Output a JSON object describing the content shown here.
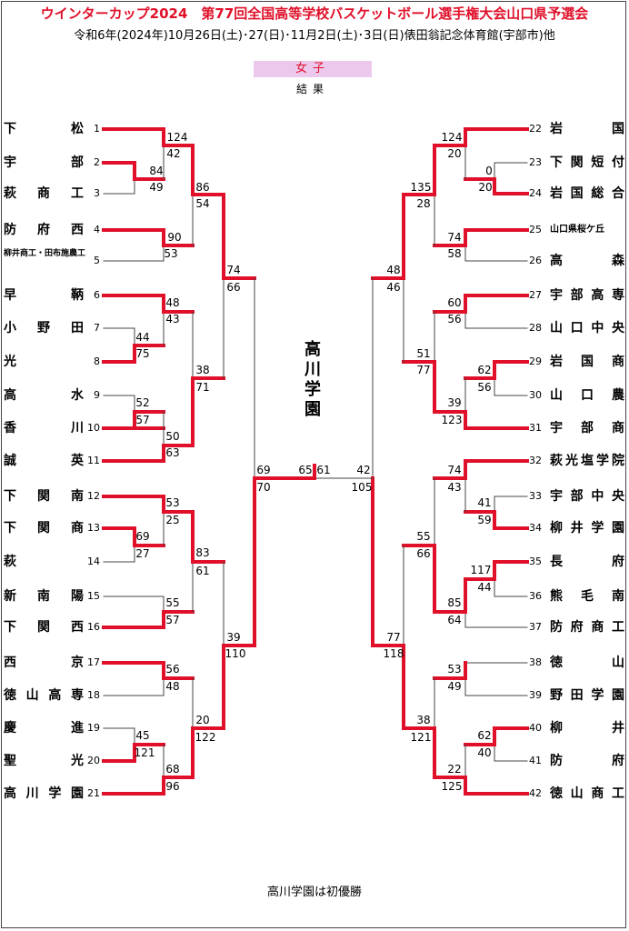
{
  "title": "ウインターカップ2024　第77回全国高等学校バスケットボール選手権大会山口県予選会",
  "subtitle": "令和6年(2024年)10月26日(土)･27(日)･11月2日(土)･3日(日)俵田翁記念体育館(宇部市)他",
  "category": "女子",
  "result_label": "結果",
  "champion": "高川学園",
  "footer": "高川学園は初優勝",
  "accent_color": "#e0102a",
  "left_teams": [
    {
      "no": "1",
      "name": "下松"
    },
    {
      "no": "2",
      "name": "宇部"
    },
    {
      "no": "3",
      "name": "萩商工"
    },
    {
      "no": "4",
      "name": "防府西"
    },
    {
      "no": "5",
      "name": "柳井商工・田布施農工"
    },
    {
      "no": "6",
      "name": "早鞆"
    },
    {
      "no": "7",
      "name": "小野田"
    },
    {
      "no": "8",
      "name": "光"
    },
    {
      "no": "9",
      "name": "高水"
    },
    {
      "no": "10",
      "name": "香川"
    },
    {
      "no": "11",
      "name": "誠英"
    },
    {
      "no": "12",
      "name": "下関南"
    },
    {
      "no": "13",
      "name": "下関商"
    },
    {
      "no": "14",
      "name": "萩"
    },
    {
      "no": "15",
      "name": "新南陽"
    },
    {
      "no": "16",
      "name": "下関西"
    },
    {
      "no": "17",
      "name": "西京"
    },
    {
      "no": "18",
      "name": "徳山高専"
    },
    {
      "no": "19",
      "name": "慶進"
    },
    {
      "no": "20",
      "name": "聖光"
    },
    {
      "no": "21",
      "name": "高川学園"
    }
  ],
  "right_teams": [
    {
      "no": "22",
      "name": "岩国"
    },
    {
      "no": "23",
      "name": "下関短付"
    },
    {
      "no": "24",
      "name": "岩国総合"
    },
    {
      "no": "25",
      "name": "山口県桜ケ丘"
    },
    {
      "no": "26",
      "name": "高森"
    },
    {
      "no": "27",
      "name": "宇部高専"
    },
    {
      "no": "28",
      "name": "山口中央"
    },
    {
      "no": "29",
      "name": "岩国商"
    },
    {
      "no": "30",
      "name": "山口農"
    },
    {
      "no": "31",
      "name": "宇部商"
    },
    {
      "no": "32",
      "name": "萩光塩学院"
    },
    {
      "no": "33",
      "name": "宇部中央"
    },
    {
      "no": "34",
      "name": "柳井学園"
    },
    {
      "no": "35",
      "name": "長府"
    },
    {
      "no": "36",
      "name": "熊毛南"
    },
    {
      "no": "37",
      "name": "防府商工"
    },
    {
      "no": "38",
      "name": "徳山"
    },
    {
      "no": "39",
      "name": "野田学園"
    },
    {
      "no": "40",
      "name": "柳井"
    },
    {
      "no": "41",
      "name": "防府"
    },
    {
      "no": "42",
      "name": "徳山商工"
    }
  ],
  "games": [
    {
      "a": "1",
      "b": "2-3",
      "score_a": "124",
      "score_b": "42"
    },
    {
      "a": "2",
      "b": "3",
      "score_a": "84",
      "score_b": "49"
    },
    {
      "a": "4",
      "b": "5",
      "score_a": "90",
      "score_b": "53"
    },
    {
      "a": "1",
      "b": "4",
      "score_a": "86",
      "score_b": "54"
    },
    {
      "a": "6",
      "b": "7-8",
      "score_a": "48",
      "score_b": "43"
    },
    {
      "a": "7",
      "b": "8",
      "score_a": "44",
      "score_b": "75"
    },
    {
      "a": "9",
      "b": "10",
      "score_a": "52",
      "score_b": "57"
    },
    {
      "a": "10",
      "b": "11",
      "score_a": "50",
      "score_b": "63"
    },
    {
      "a": "6",
      "b": "11",
      "score_a": "38",
      "score_b": "71"
    },
    {
      "a": "1",
      "b": "11",
      "score_a": "74",
      "score_b": "66"
    },
    {
      "a": "12",
      "b": "13-14",
      "score_a": "53",
      "score_b": "25"
    },
    {
      "a": "13",
      "b": "14",
      "score_a": "69",
      "score_b": "27"
    },
    {
      "a": "15",
      "b": "16",
      "score_a": "55",
      "score_b": "57"
    },
    {
      "a": "12",
      "b": "16",
      "score_a": "83",
      "score_b": "61"
    },
    {
      "a": "17",
      "b": "18",
      "score_a": "56",
      "score_b": "48"
    },
    {
      "a": "19",
      "b": "20",
      "score_a": "45",
      "score_b": "121"
    },
    {
      "a": "20",
      "b": "21",
      "score_a": "68",
      "score_b": "96"
    },
    {
      "a": "17",
      "b": "21",
      "score_a": "20",
      "score_b": "122"
    },
    {
      "a": "12",
      "b": "21",
      "score_a": "39",
      "score_b": "110"
    },
    {
      "a": "1",
      "b": "21",
      "score_a": "69",
      "score_b": "70"
    },
    {
      "a": "22",
      "b": "23-24",
      "score_a": "124",
      "score_b": "20"
    },
    {
      "a": "23",
      "b": "24",
      "score_a": "0",
      "score_b": "20"
    },
    {
      "a": "25",
      "b": "26",
      "score_a": "74",
      "score_b": "58"
    },
    {
      "a": "22",
      "b": "25",
      "score_a": "135",
      "score_b": "28"
    },
    {
      "a": "27",
      "b": "28",
      "score_a": "60",
      "score_b": "56"
    },
    {
      "a": "29",
      "b": "30",
      "score_a": "62",
      "score_b": "56"
    },
    {
      "a": "29",
      "b": "31",
      "score_a": "39",
      "score_b": "123"
    },
    {
      "a": "27",
      "b": "31",
      "score_a": "51",
      "score_b": "77"
    },
    {
      "a": "22",
      "b": "31",
      "score_a": "48",
      "score_b": "46"
    },
    {
      "a": "32",
      "b": "33-34",
      "score_a": "74",
      "score_b": "43"
    },
    {
      "a": "33",
      "b": "34",
      "score_a": "41",
      "score_b": "59"
    },
    {
      "a": "35",
      "b": "36",
      "score_a": "117",
      "score_b": "44"
    },
    {
      "a": "35",
      "b": "37",
      "score_a": "85",
      "score_b": "64"
    },
    {
      "a": "32",
      "b": "35",
      "score_a": "55",
      "score_b": "66"
    },
    {
      "a": "38",
      "b": "39",
      "score_a": "53",
      "score_b": "49"
    },
    {
      "a": "40",
      "b": "41",
      "score_a": "62",
      "score_b": "40"
    },
    {
      "a": "40",
      "b": "42",
      "score_a": "22",
      "score_b": "125"
    },
    {
      "a": "38",
      "b": "42",
      "score_a": "38",
      "score_b": "121"
    },
    {
      "a": "35",
      "b": "42",
      "score_a": "77",
      "score_b": "118"
    },
    {
      "a": "22",
      "b": "42",
      "score_a": "42",
      "score_b": "105"
    },
    {
      "a": "21",
      "b": "42",
      "score_a": "65",
      "score_b": "61"
    }
  ]
}
